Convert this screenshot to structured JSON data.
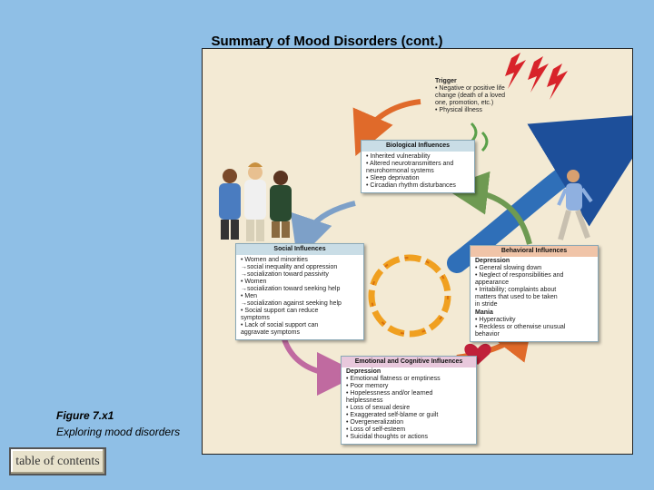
{
  "slide": {
    "title": "Summary of Mood Disorders (cont.)"
  },
  "figure": {
    "trigger": {
      "header": "Trigger",
      "items": [
        "• Negative or positive life",
        "  change (death of a loved",
        "  one, promotion, etc.)",
        "• Physical illness"
      ]
    },
    "biological": {
      "header": "Biological Influences",
      "items": [
        "• Inherited vulnerability",
        "• Altered neurotransmitters and",
        "  neurohormonal systems",
        "• Sleep deprivation",
        "• Circadian rhythm disturbances"
      ]
    },
    "social": {
      "header": "Social Influences",
      "items": [
        "• Women and minorities",
        "  →social inequality and oppression",
        "  →socialization toward passivity",
        "• Women",
        "  →socialization toward seeking help",
        "• Men",
        "  →socialization against seeking help",
        "• Social support can reduce",
        "  symptoms",
        "• Lack of social support can",
        "  aggravate symptoms"
      ]
    },
    "behavioral": {
      "header": "Behavioral Influences",
      "depression_label": "Depression",
      "depression_items": [
        "• General slowing down",
        "• Neglect of responsibilities and",
        "  appearance",
        "• Irritability; complaints about",
        "  matters that used to be taken",
        "  in stride"
      ],
      "mania_label": "Mania",
      "mania_items": [
        "• Hyperactivity",
        "• Reckless or otherwise unusual",
        "  behavior"
      ]
    },
    "emotional": {
      "header": "Emotional and Cognitive Influences",
      "depression_label": "Depression",
      "items": [
        "• Emotional flatness or emptiness",
        "• Poor memory",
        "• Hopelessness and/or learned",
        "  helplessness",
        "• Loss of sexual desire",
        "• Exaggerated self-blame or guilt",
        "• Overgeneralization",
        "• Loss of self-esteem",
        "• Suicidal thoughts or actions"
      ]
    }
  },
  "caption": {
    "number": "Figure 7.x1",
    "text": "Exploring mood disorders"
  },
  "nav": {
    "toc_label": "table of contents"
  },
  "colors": {
    "background": "#8fbfe6",
    "figure_bg": "#f3ead4",
    "arrow_blue": "#2f6fb8",
    "cycle_orange": "#f0a020",
    "header_bg": "#c9dde6"
  }
}
